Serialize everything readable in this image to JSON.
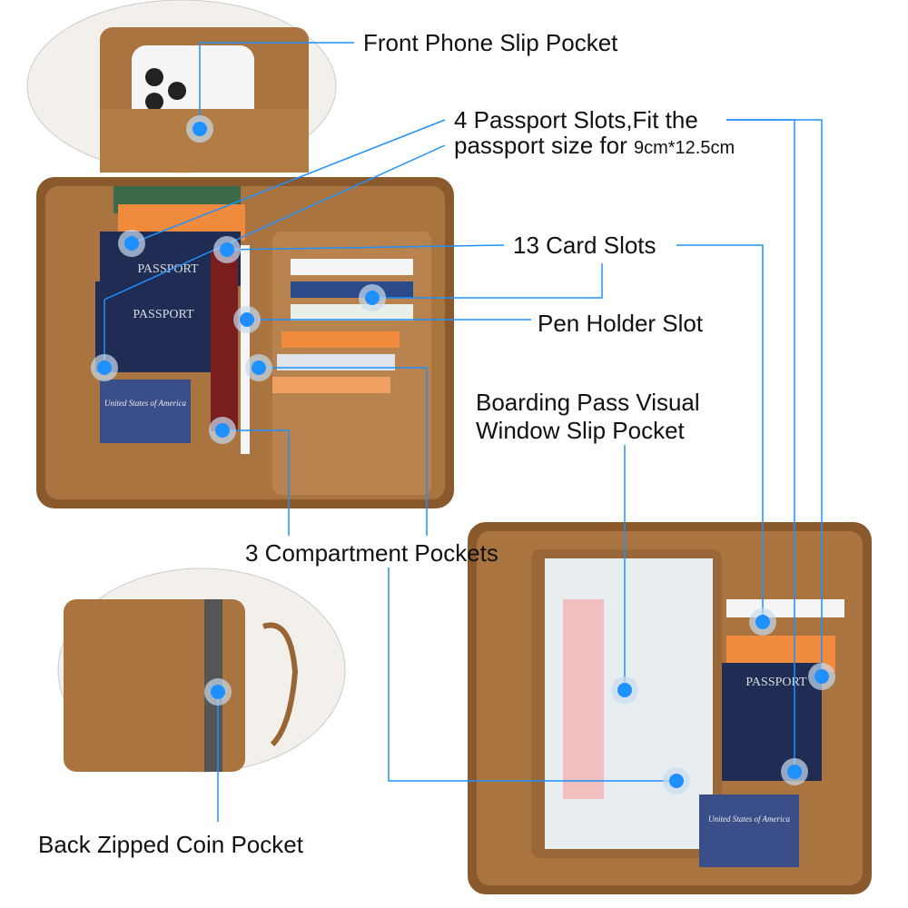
{
  "colors": {
    "callout_line": "#1e90ff",
    "dot": "#1e90ff",
    "leather": "#a9743f",
    "leather_dark": "#6e4520",
    "passport": "#1f2d55",
    "card_orange": "#f08a3c"
  },
  "labels": {
    "front_phone": "Front Phone Slip Pocket",
    "passport_line1": "4 Passport Slots,Fit the",
    "passport_line2_a": "passport size for ",
    "passport_line2_b": "9cm*12.5cm",
    "card_slots": "13 Card Slots",
    "pen_holder": "Pen Holder Slot",
    "boarding_line1": "Boarding Pass Visual",
    "boarding_line2": "Window Slip Pocket",
    "compartments": "3 Compartment Pockets",
    "coin_pocket": "Back Zipped Coin Pocket"
  },
  "product_print": {
    "passport": "PASSPORT",
    "usa": "United States of America"
  }
}
